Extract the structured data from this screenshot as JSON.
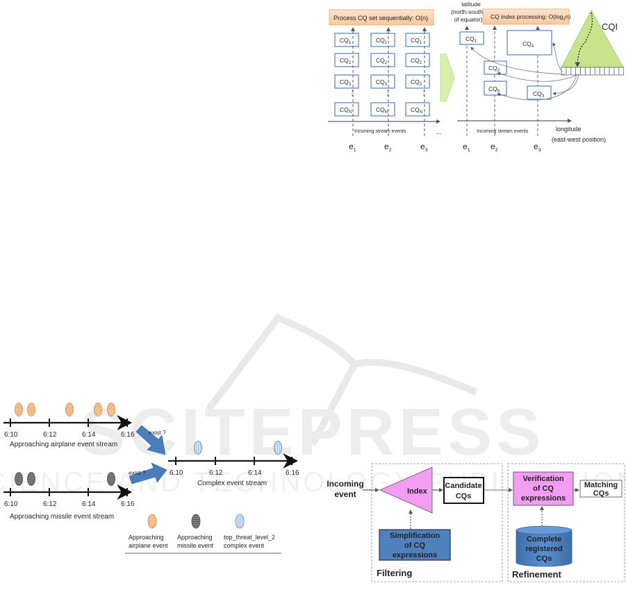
{
  "figure_top": {
    "left_panel": {
      "title": "Process CQ set sequentially: O(n)",
      "cq_labels": [
        "CQ",
        "CQ",
        "CQ",
        "⋮",
        "CQ"
      ],
      "cq_subscripts": [
        "1",
        "2",
        "3",
        "",
        "N"
      ],
      "axis_caption": "Incoming stream events",
      "events": [
        "e",
        "e",
        "e"
      ],
      "event_subscripts": [
        "1",
        "2",
        "3"
      ],
      "ellipsis": "..."
    },
    "right_panel": {
      "title_prefix": "CQ index processing: O(log",
      "title_sub": "2",
      "title_suffix": "n)",
      "y_axis_label_lines": [
        "latitude",
        "(north-south",
        "of equator)"
      ],
      "x_axis_label_lines": [
        "longitude",
        "(east-west position)"
      ],
      "axis_caption": "Incoming stream events",
      "cq_boxes": [
        {
          "label": "CQ",
          "sub": "1"
        },
        {
          "label": "CQ",
          "sub": "4"
        },
        {
          "label": "CQ",
          "sub": "2"
        },
        {
          "label": "CQ",
          "sub": "5"
        },
        {
          "label": "CQ",
          "sub": "3"
        }
      ],
      "events": [
        "e",
        "e",
        "e"
      ],
      "event_subscripts": [
        "1",
        "2",
        "3"
      ],
      "index_label": "CQI"
    }
  },
  "figure_bottom_left": {
    "airplane_stream": {
      "ticks": [
        "6:10",
        "6:12",
        "6:14",
        "6:16"
      ],
      "caption": "Approaching airplane event stream"
    },
    "missile_stream": {
      "ticks": [
        "6:10",
        "6:12",
        "6:14",
        "6:16"
      ],
      "caption": "Approaching missile event stream"
    },
    "complex_stream": {
      "ticks": [
        "6:10",
        "6:12",
        "6:14",
        "6:16"
      ],
      "caption": "Complex event stream"
    },
    "exist_labels": [
      "exist ?",
      "exist ?"
    ],
    "legend": [
      {
        "line1": "Approaching",
        "line2": "airplane event"
      },
      {
        "line1": "Approaching",
        "line2": "missile event"
      },
      {
        "line1": "top_threat_level_2",
        "line2": "complex event"
      }
    ]
  },
  "figure_bottom_right": {
    "incoming_event": [
      "Incoming",
      "event"
    ],
    "index": "Index",
    "candidate": [
      "Candidate",
      "CQs"
    ],
    "simplification": [
      "Simplification",
      "of CQ",
      "expressions"
    ],
    "filtering": "Filtering",
    "verification": [
      "Verification",
      "of CQ",
      "expressions"
    ],
    "matching": [
      "Matching",
      "CQs"
    ],
    "complete": [
      "Complete",
      "registered",
      "CQs"
    ],
    "refinement": "Refinement"
  },
  "watermark": {
    "main": "SCITEPRESS",
    "sub": "SCIENCE AND TECHNOLOGY PUBLICATIONS"
  },
  "colors": {
    "cq_box": "#4f81bd",
    "title_bar": "#fbd5b5",
    "green_arrow": "#d7f0a8",
    "cqi_triangle": "#c6e48b",
    "airplane": "#f6c593",
    "missile": "#7f7f7f",
    "complex": "#b9d3ee",
    "blue_arrow": "#4a7ebb",
    "pink": "#f39cf3",
    "filter_red": "#c0504d",
    "blue_box": "#4f81bd"
  }
}
